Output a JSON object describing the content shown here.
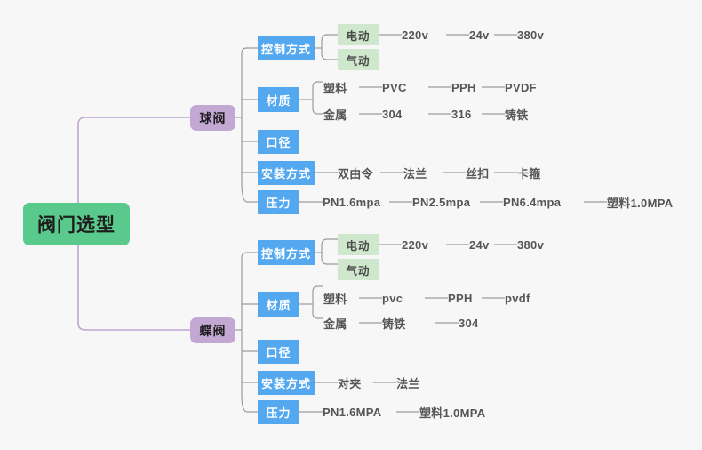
{
  "canvas": {
    "background": "#f7f7f7",
    "root_color": "#5ac98c",
    "branch_color": "#c4a8d4",
    "category_color": "#54a8f0",
    "green_leaf_color": "#cfe7cd",
    "wire_color": "#9b9b9b",
    "root_wire_color": "#bda6d4"
  },
  "root": {
    "label": "阀门选型"
  },
  "branches": [
    {
      "label": "球阀",
      "categories": [
        {
          "label": "控制方式",
          "chips": [
            {
              "label": "电动",
              "chain": [
                "220v",
                "24v",
                "380v"
              ]
            },
            {
              "label": "气动",
              "chain": []
            }
          ]
        },
        {
          "label": "材质",
          "rows": [
            {
              "label": "塑料",
              "chain": [
                "PVC",
                "PPH",
                "PVDF"
              ]
            },
            {
              "label": "金属",
              "chain": [
                "304",
                "316",
                "铸铁"
              ]
            }
          ]
        },
        {
          "label": "口径",
          "chain": []
        },
        {
          "label": "安装方式",
          "chain": [
            "双由令",
            "法兰",
            "丝扣",
            "卡箍"
          ]
        },
        {
          "label": "压力",
          "chain": [
            "PN1.6mpa",
            "PN2.5mpa",
            "PN6.4mpa",
            "塑料1.0MPA"
          ]
        }
      ]
    },
    {
      "label": "蝶阀",
      "categories": [
        {
          "label": "控制方式",
          "chips": [
            {
              "label": "电动",
              "chain": [
                "220v",
                "24v",
                "380v"
              ]
            },
            {
              "label": "气动",
              "chain": []
            }
          ]
        },
        {
          "label": "材质",
          "rows": [
            {
              "label": "塑料",
              "chain": [
                "pvc",
                "PPH",
                "pvdf"
              ]
            },
            {
              "label": "金属",
              "chain": [
                "铸铁",
                "304"
              ]
            }
          ]
        },
        {
          "label": "口径",
          "chain": []
        },
        {
          "label": "安装方式",
          "chain": [
            "对夹",
            "法兰"
          ]
        },
        {
          "label": "压力",
          "chain": [
            "PN1.6MPA",
            "塑料1.0MPA"
          ]
        }
      ]
    }
  ]
}
